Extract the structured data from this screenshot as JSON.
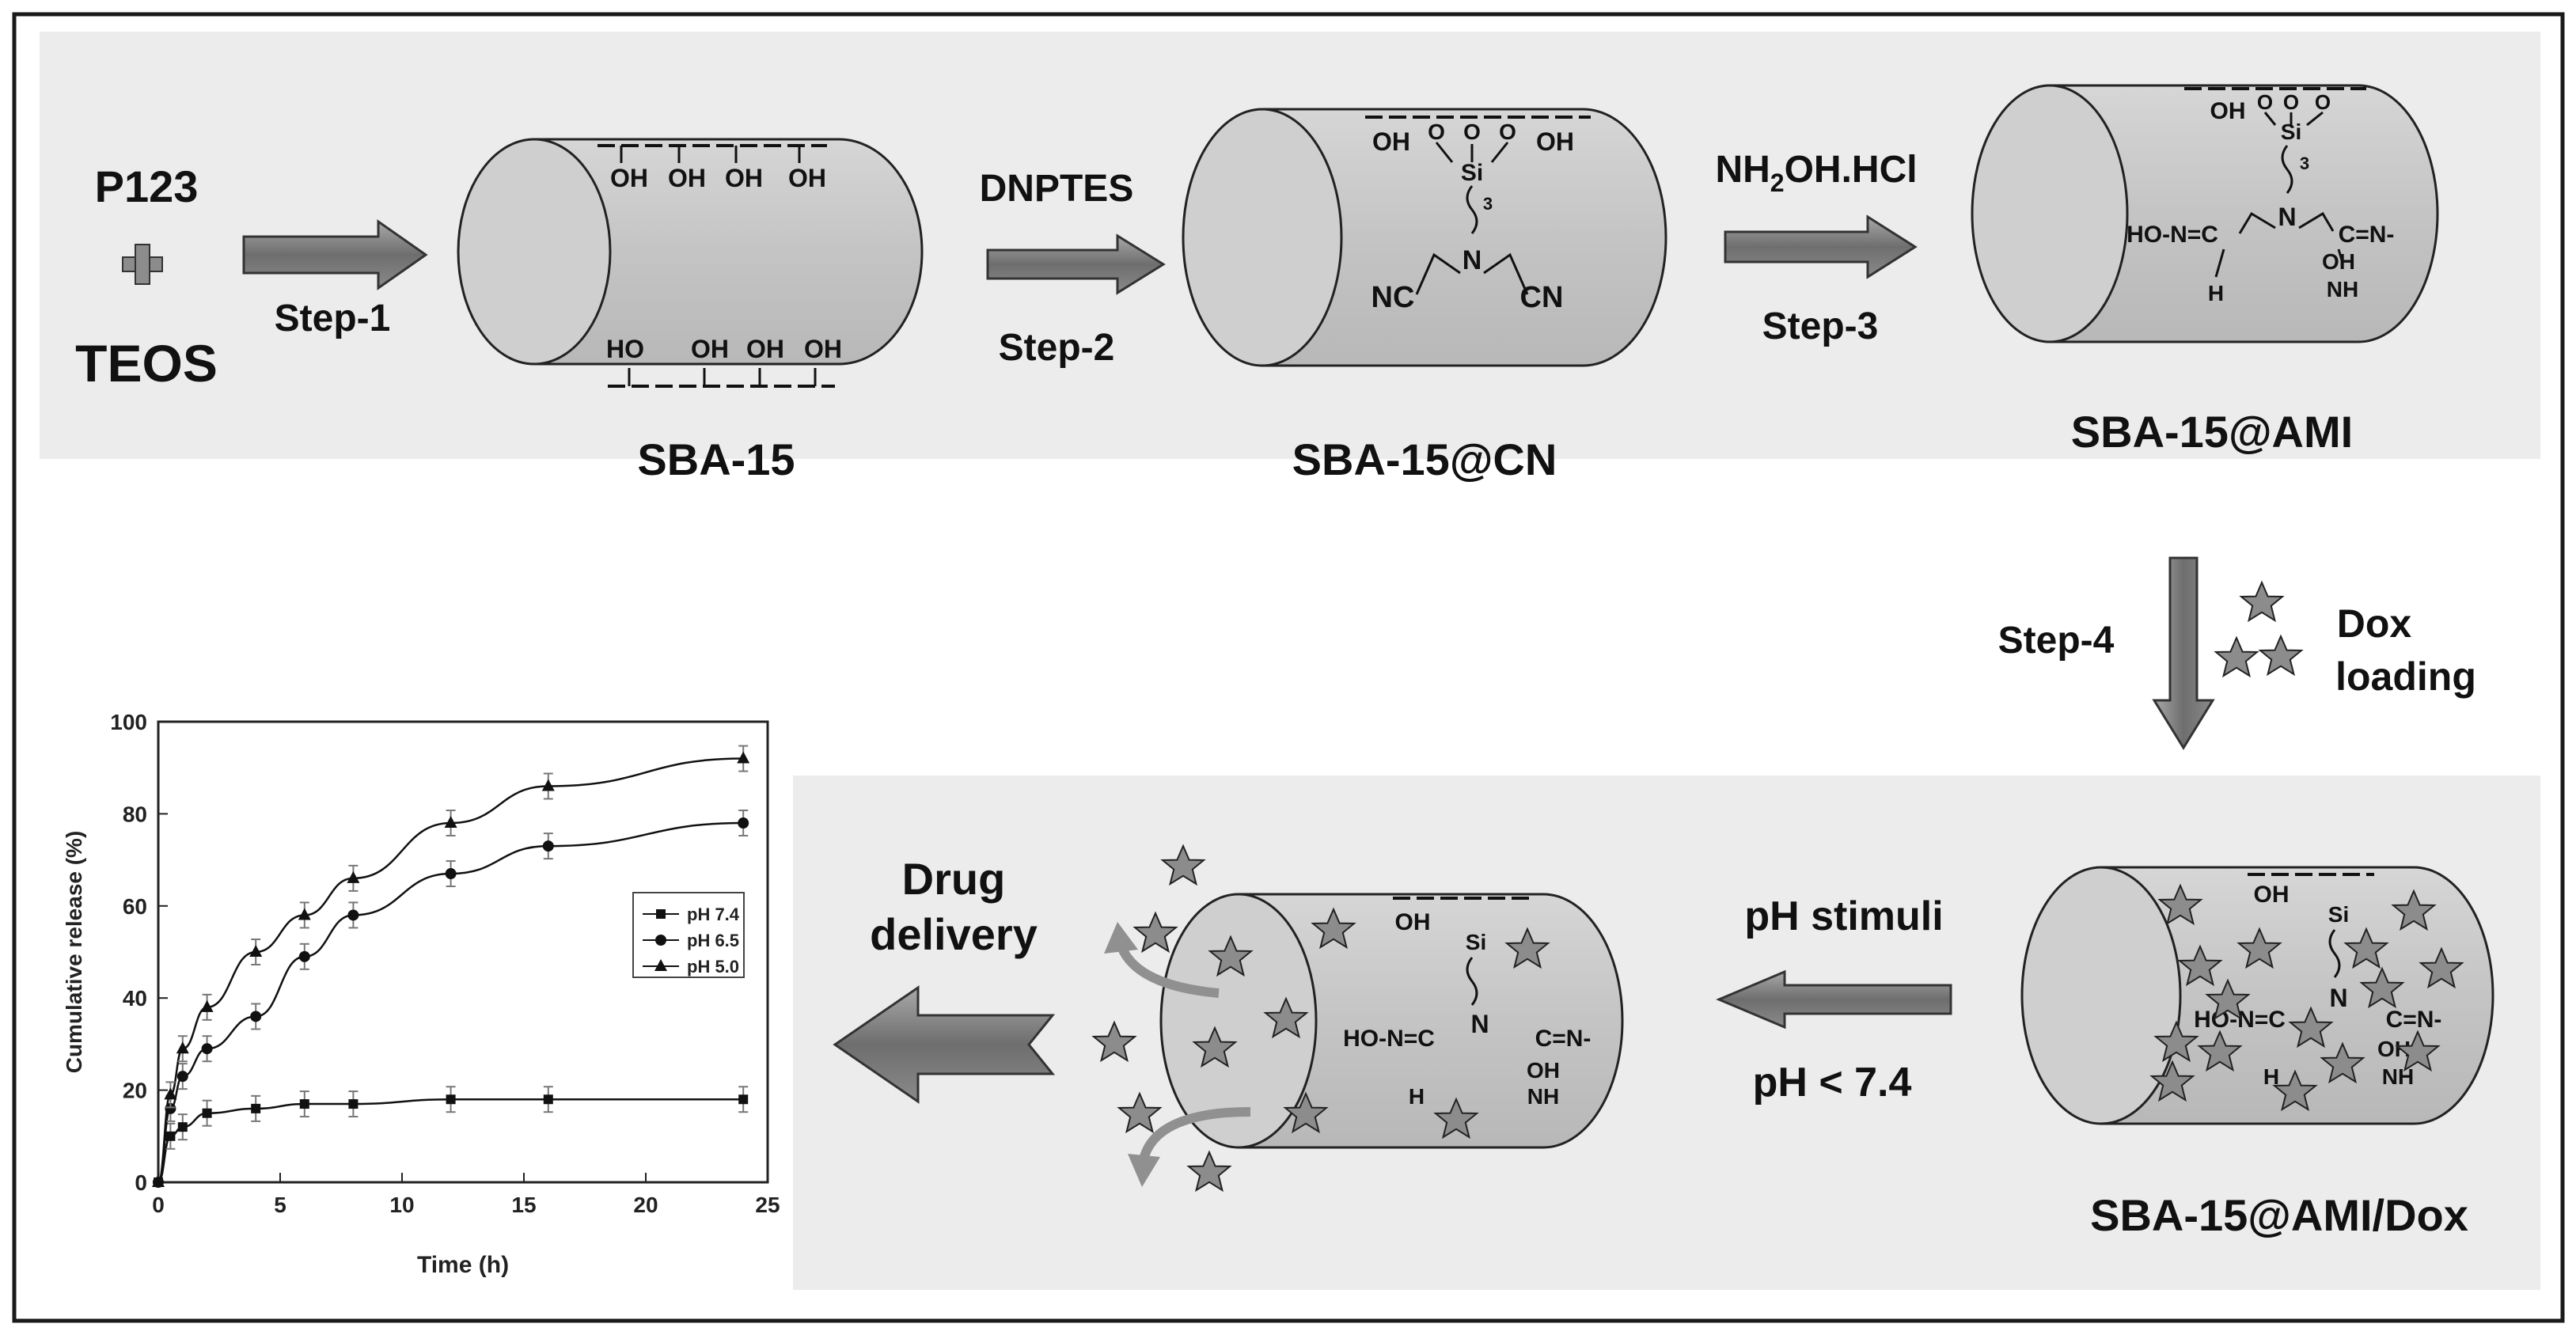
{
  "reagents": {
    "p123": "P123",
    "teos": "TEOS",
    "dnptes": "DNPTES",
    "nh2oh_main": "NH",
    "nh2oh_sub": "2",
    "nh2oh_tail": "OH.HCl",
    "dox1": "Dox",
    "dox2": "loading"
  },
  "steps": {
    "s1": "Step-1",
    "s2": "Step-2",
    "s3": "Step-3",
    "s4": "Step-4"
  },
  "materials": {
    "sba15": "SBA-15",
    "sba15cn": "SBA-15@CN",
    "sba15ami": "SBA-15@AMI",
    "sba15amidox": "SBA-15@AMI/Dox"
  },
  "stimulus": {
    "ph_stimuli": "pH stimuli",
    "ph_cond": "pH < 7.4"
  },
  "delivery": {
    "line1": "Drug",
    "line2": "delivery"
  },
  "chem": {
    "oh": "OH",
    "ho": "HO",
    "o": "O",
    "si": "Si",
    "n": "N",
    "nc": "NC",
    "cn": "CN",
    "sub3": "3",
    "ho_n_c": "HO-N=C",
    "c_n": "C=N-",
    "oh2": "OH",
    "h2n": "H",
    "nh2": "NH"
  },
  "colors": {
    "cylinder": "#c9c9c9",
    "panel": "#eeeeee",
    "arrow": "#7f7f7f",
    "star": "#8c8c8c"
  },
  "chart_data": {
    "type": "line",
    "title": "",
    "xlabel": "Time (h)",
    "ylabel": "Cumulative release (%)",
    "xlim": [
      0,
      25
    ],
    "ylim": [
      0,
      100
    ],
    "xticks": [
      0,
      5,
      10,
      15,
      20,
      25
    ],
    "yticks": [
      0,
      20,
      40,
      60,
      80,
      100
    ],
    "legend_position": "center-right",
    "grid": false,
    "x": [
      0,
      0.5,
      1,
      2,
      4,
      6,
      8,
      12,
      16,
      24
    ],
    "series": [
      {
        "name": "pH 7.4",
        "marker": "square",
        "values": [
          0,
          10,
          12,
          15,
          16,
          17,
          17,
          18,
          18,
          18
        ]
      },
      {
        "name": "pH 6.5",
        "marker": "circle",
        "values": [
          0,
          16,
          23,
          29,
          36,
          49,
          58,
          67,
          73,
          78
        ]
      },
      {
        "name": "pH 5.0",
        "marker": "triangle",
        "values": [
          0,
          19,
          29,
          38,
          50,
          58,
          66,
          78,
          86,
          92
        ]
      }
    ]
  }
}
